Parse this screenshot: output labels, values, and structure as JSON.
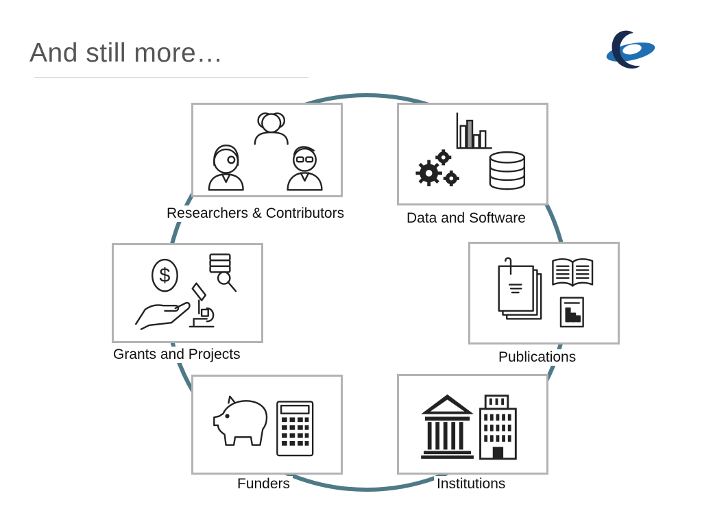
{
  "slide": {
    "title": "And still more…"
  },
  "colors": {
    "ring": "#4e7a88",
    "box_border": "#b3b3b3",
    "icon": "#222222",
    "logo_blue": "#1f6fb2",
    "logo_dark": "#1a2c4e"
  },
  "nodes": [
    {
      "id": "researchers",
      "label": "Researchers & Contributors",
      "icon": "people-icon"
    },
    {
      "id": "data",
      "label": "Data and Software",
      "icon": "data-software-icon"
    },
    {
      "id": "publications",
      "label": "Publications",
      "icon": "publications-icon"
    },
    {
      "id": "institutions",
      "label": "Institutions",
      "icon": "institution-buildings-icon"
    },
    {
      "id": "funders",
      "label": "Funders",
      "icon": "piggy-bank-calculator-icon"
    },
    {
      "id": "grants",
      "label": "Grants and Projects",
      "icon": "grants-projects-icon"
    }
  ]
}
